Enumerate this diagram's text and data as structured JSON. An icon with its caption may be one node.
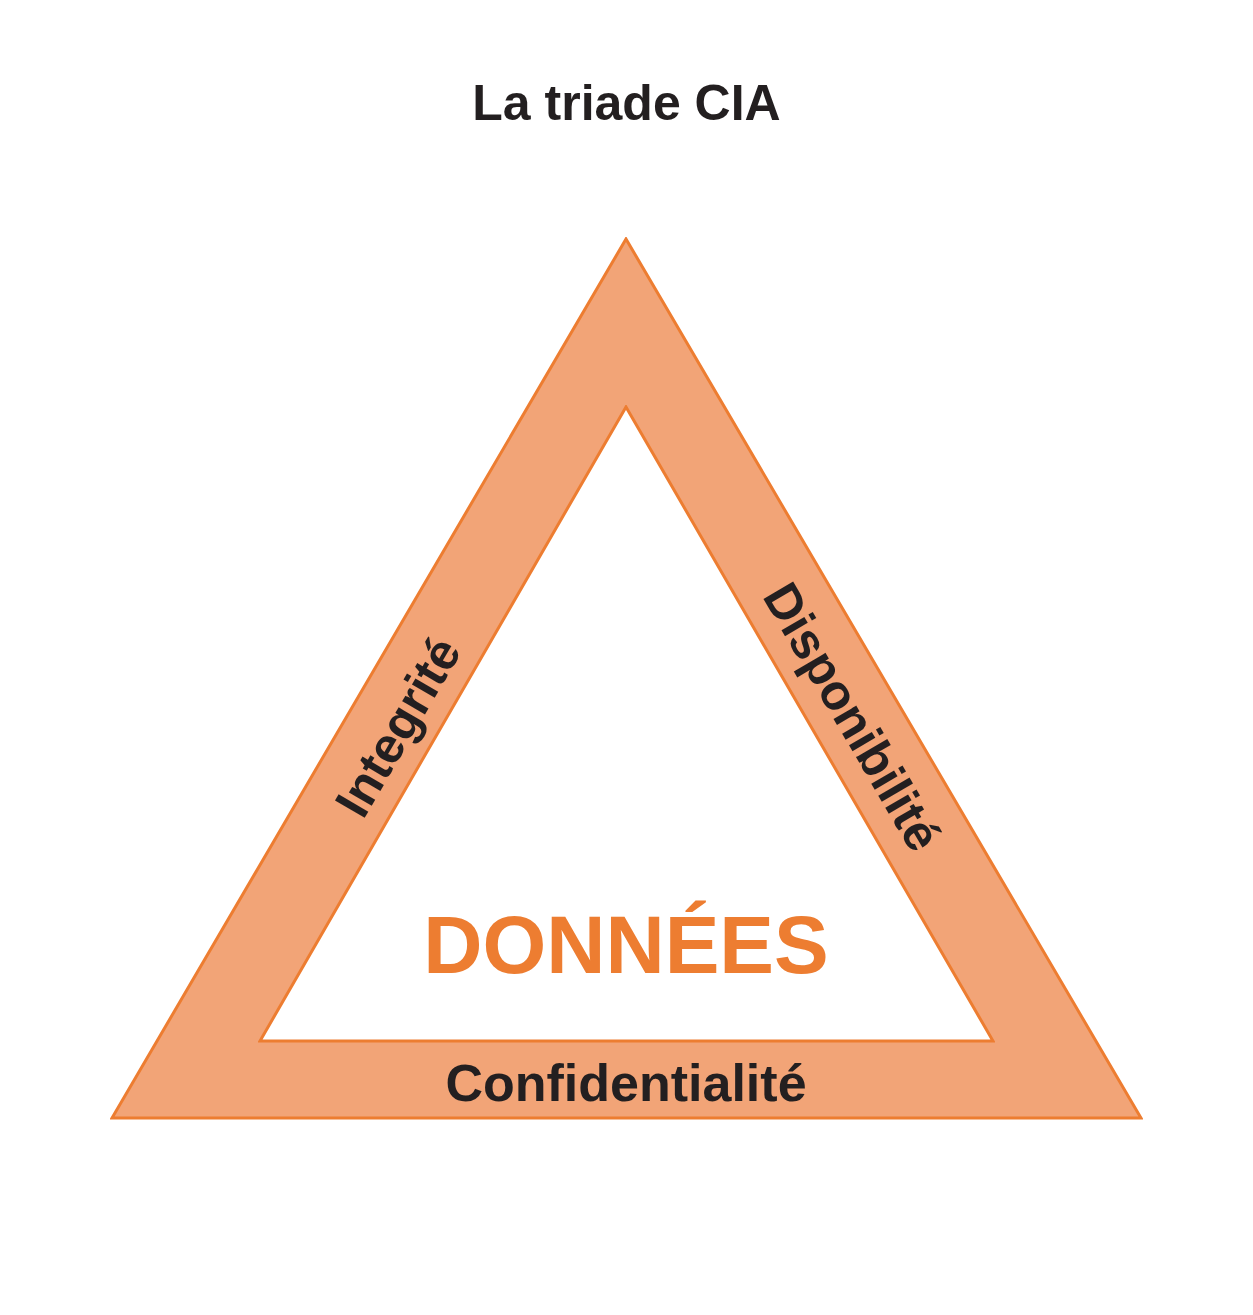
{
  "diagram": {
    "title": "La triade CIA",
    "nodes": [
      {
        "text": [
          "Integrité",
          "Disponibilité",
          "Confidentialité"
        ]
      },
      {
        "text": [
          "DONNÉES"
        ],
        "in": 0
      }
    ]
  }
}
